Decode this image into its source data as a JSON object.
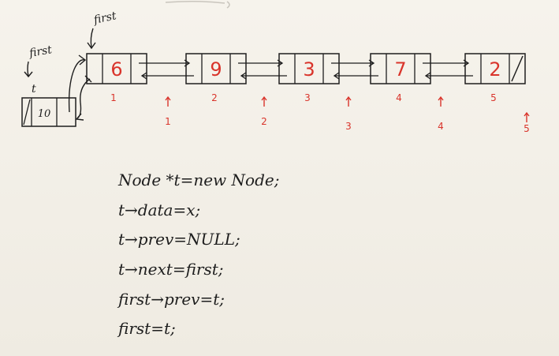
{
  "labels": {
    "first_top": "first",
    "first_left": "first",
    "temp_node": "t"
  },
  "new_node": {
    "data": "10"
  },
  "nodes": [
    {
      "data": "6",
      "index": "1"
    },
    {
      "data": "9",
      "index": "2"
    },
    {
      "data": "3",
      "index": "3"
    },
    {
      "data": "7",
      "index": "4"
    },
    {
      "data": "2",
      "index": "5"
    }
  ],
  "gap_indices": [
    "1",
    "2",
    "3",
    "4",
    "5"
  ],
  "code": [
    "Node *t=new Node;",
    "t→data=x;",
    "t→prev=NULL;",
    "t→next=first;",
    "first→prev=t;",
    "first=t;"
  ],
  "colors": {
    "ink": "#1e1e1e",
    "red": "#d9342b"
  }
}
